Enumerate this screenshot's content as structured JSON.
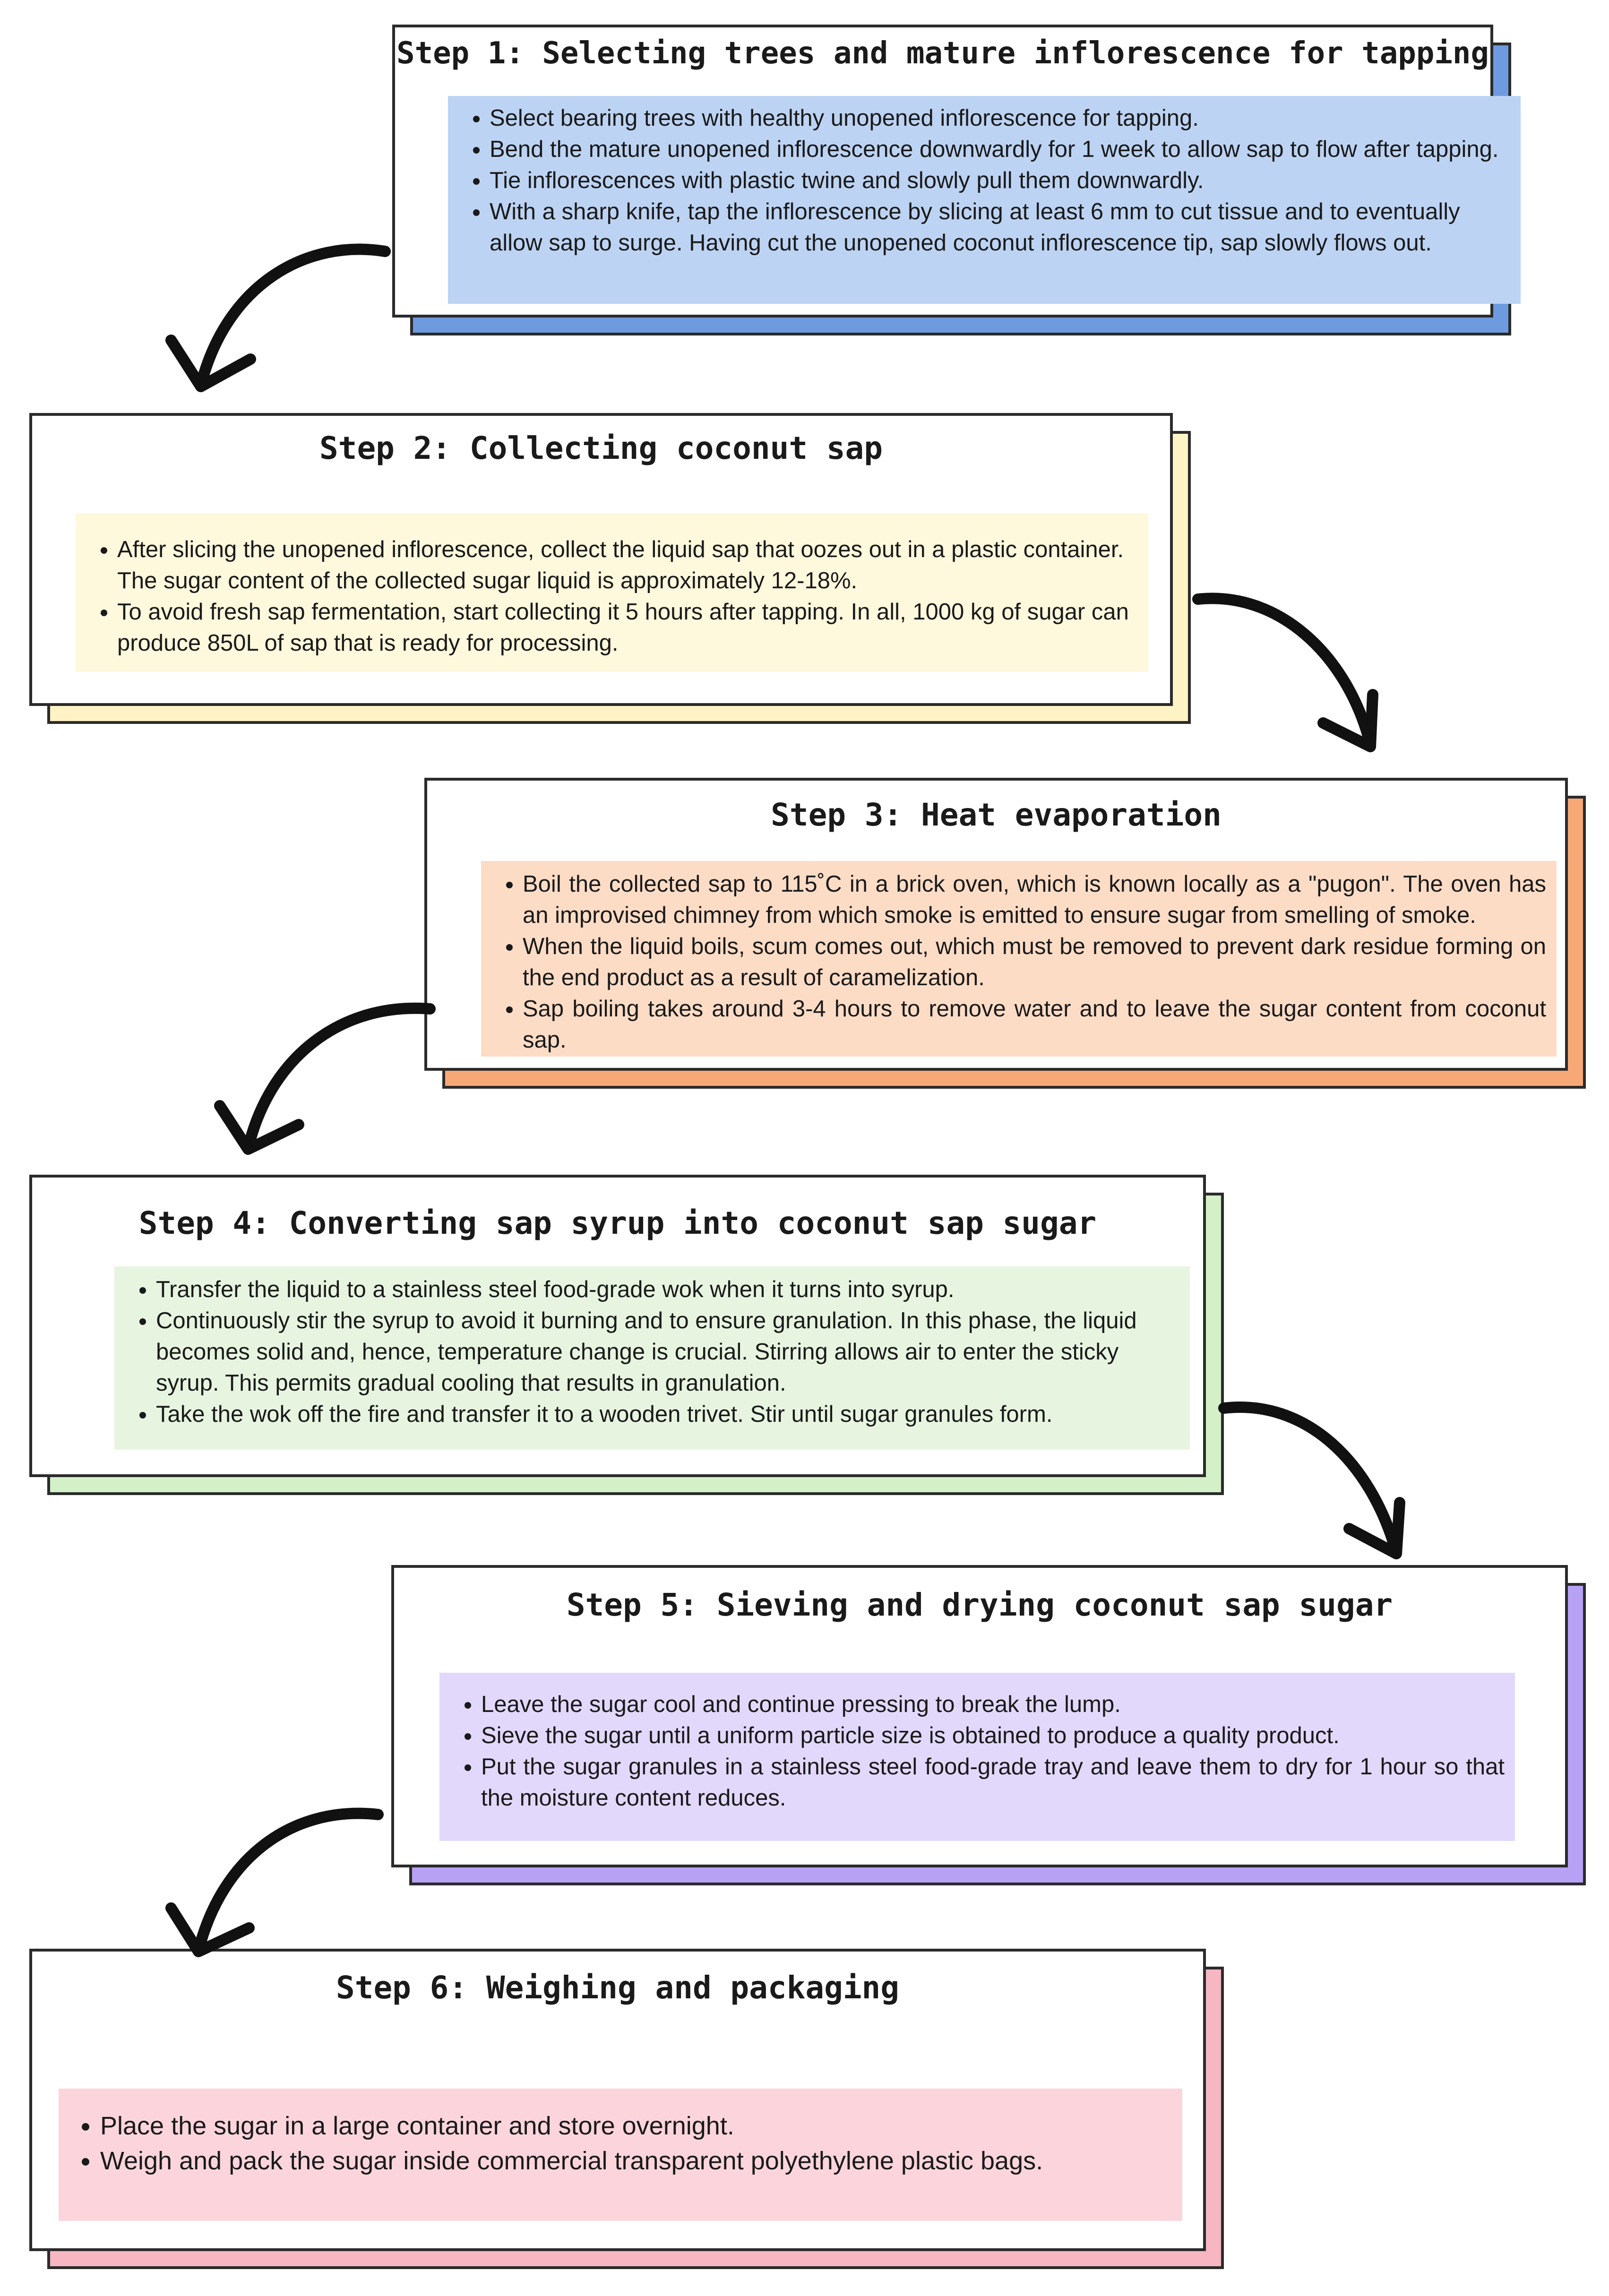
{
  "colors": {
    "border": "#2b2b2b",
    "arrow": "#111111",
    "step1": {
      "shadow": "#6e9be0",
      "panel": "#bcd3f3"
    },
    "step2": {
      "shadow": "#fdf3c4",
      "panel": "#fef8dc"
    },
    "step3": {
      "shadow": "#f7a877",
      "panel": "#fddcc6"
    },
    "step4": {
      "shadow": "#d3f0c8",
      "panel": "#e7f5e0"
    },
    "step5": {
      "shadow": "#b7a1f5",
      "panel": "#e2d8fc"
    },
    "step6": {
      "shadow": "#f6b6c2",
      "panel": "#fcd5dc"
    }
  },
  "steps": [
    {
      "title": "Step 1: Selecting trees and mature inflorescence for tapping",
      "bullets": [
        " Select bearing trees with healthy unopened inflorescence for tapping.",
        "Bend the mature unopened inflorescence downwardly for 1 week to allow sap to flow after tapping.",
        "Tie inflorescences with plastic twine and slowly pull them downwardly.",
        "With a sharp knife, tap the inflorescence by slicing at least 6 mm to cut tissue and to eventually allow sap to surge. Having cut the unopened coconut inflorescence tip, sap slowly flows out."
      ]
    },
    {
      "title": "Step 2: Collecting coconut sap",
      "bullets": [
        "After slicing the unopened inflorescence, collect the liquid sap that oozes out in a plastic container. The sugar content of the collected sugar liquid is approximately 12-18%.",
        "To avoid fresh sap fermentation, start collecting it 5 hours after tapping. In all, 1000 kg of sugar can produce 850L of sap that is ready for processing."
      ]
    },
    {
      "title": "Step 3: Heat evaporation",
      "bullets": [
        "Boil the collected sap to 115˚C in a brick oven, which is known locally as a \"pugon\". The oven has an improvised chimney from which smoke is emitted to ensure sugar from smelling of smoke.",
        "When the liquid boils, scum comes out, which must be removed to prevent dark residue forming on the end product as a result of caramelization.",
        "Sap boiling takes around 3-4 hours to remove water and to leave the sugar content from coconut sap."
      ]
    },
    {
      "title": "Step 4: Converting sap syrup into coconut sap sugar",
      "bullets": [
        "Transfer the liquid to a stainless steel food-grade wok when it turns into syrup.",
        "Continuously stir the syrup to avoid it burning and to ensure granulation. In this phase, the liquid becomes solid and, hence, temperature change is crucial. Stirring allows air to enter the sticky syrup. This permits gradual cooling that results in granulation.",
        "Take the wok off the fire and transfer it to a wooden trivet. Stir until sugar granules form."
      ]
    },
    {
      "title": "Step 5: Sieving and drying coconut sap sugar",
      "bullets": [
        "Leave the sugar cool and continue pressing to break the lump.",
        "Sieve the sugar until a uniform particle size is obtained to produce a quality product.",
        "Put the sugar granules in a stainless steel food-grade tray and leave them to dry for 1 hour so that the moisture content reduces."
      ]
    },
    {
      "title": "Step 6: Weighing and packaging",
      "bullets": [
        " Place the sugar in a large container and store overnight.",
        "Weigh and pack the sugar inside commercial transparent polyethylene plastic bags."
      ]
    }
  ]
}
